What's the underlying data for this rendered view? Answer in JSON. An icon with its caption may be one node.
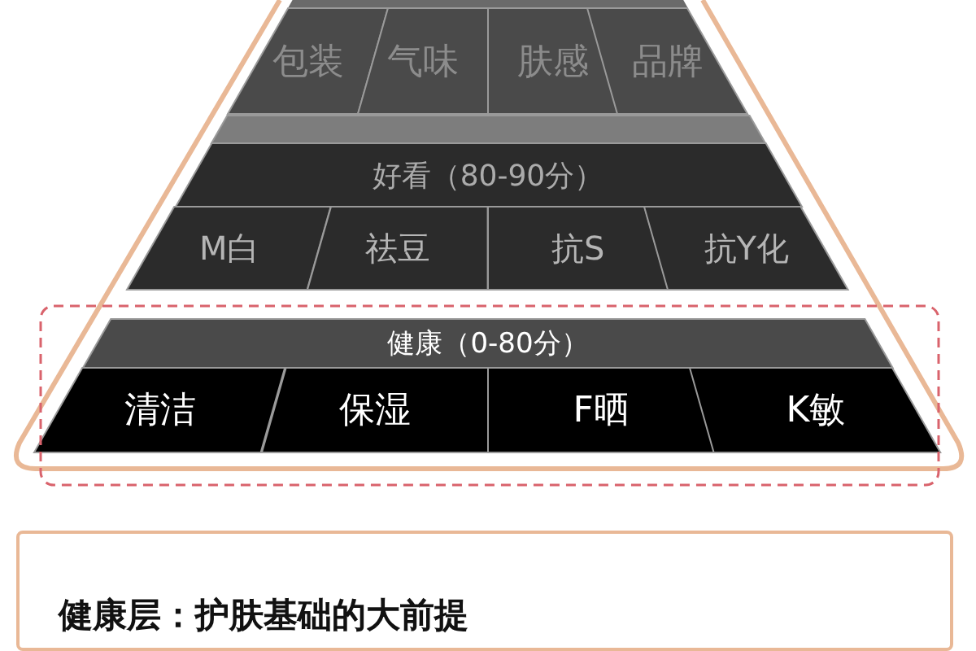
{
  "diagram": {
    "nodes": [
      {
        "text": [],
        "shape": "bar"
      },
      {
        "text": [
          "包装"
        ]
      },
      {
        "text": [
          "气味"
        ]
      },
      {
        "text": [
          "肤感"
        ]
      },
      {
        "text": [
          "品牌"
        ]
      },
      {
        "text": [],
        "shape": "bar"
      },
      {
        "text": [
          "好看（80-90分）"
        ]
      },
      {
        "text": [
          "M白"
        ]
      },
      {
        "text": [
          "祛豆"
        ]
      },
      {
        "text": [
          "抗S"
        ]
      },
      {
        "text": [
          "抗Y化"
        ]
      },
      {
        "text": [
          "健康（0-80分）"
        ]
      },
      {
        "text": [
          "清洁"
        ]
      },
      {
        "text": [
          "保湿"
        ]
      },
      {
        "text": [
          "F晒"
        ]
      },
      {
        "text": [
          "K敏"
        ]
      },
      {
        "text": [
          "健康层：护肤基础的大前提"
        ]
      }
    ]
  }
}
